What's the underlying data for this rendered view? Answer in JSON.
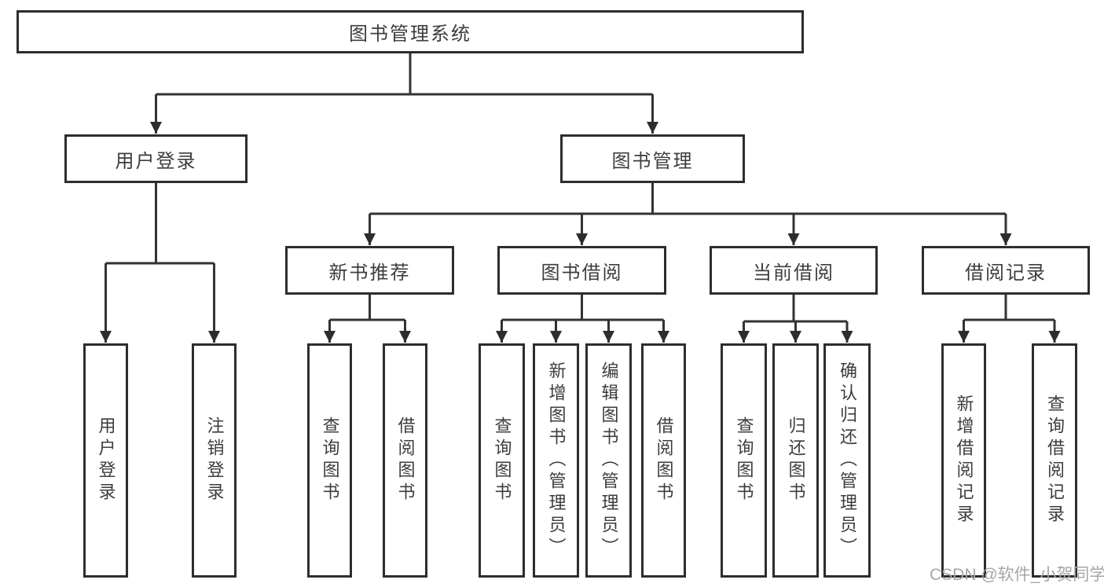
{
  "tree": {
    "root": {
      "label": "图书管理系统"
    },
    "children": [
      {
        "label": "用户登录",
        "children": [
          {
            "label": "用户登录"
          },
          {
            "label": "注销登录"
          }
        ]
      },
      {
        "label": "图书管理",
        "children": [
          {
            "label": "新书推荐",
            "children": [
              {
                "label": "查询图书"
              },
              {
                "label": "借阅图书"
              }
            ]
          },
          {
            "label": "图书借阅",
            "children": [
              {
                "label": "查询图书"
              },
              {
                "label": "新增图书（管理员）"
              },
              {
                "label": "编辑图书（管理员）"
              },
              {
                "label": "借阅图书"
              }
            ]
          },
          {
            "label": "当前借阅",
            "children": [
              {
                "label": "查询图书"
              },
              {
                "label": "归还图书"
              },
              {
                "label": "确认归还（管理员）"
              }
            ]
          },
          {
            "label": "借阅记录",
            "children": [
              {
                "label": "新增借阅记录"
              },
              {
                "label": "查询借阅记录"
              }
            ]
          }
        ]
      }
    ]
  },
  "watermark": {
    "text": "CSDN @软件_小贺同学"
  },
  "colors": {
    "line": "#333333",
    "border": "#2d2d2d",
    "text": "#3d3d3d",
    "watermark": "#a6a6a6",
    "background": "#ffffff"
  }
}
